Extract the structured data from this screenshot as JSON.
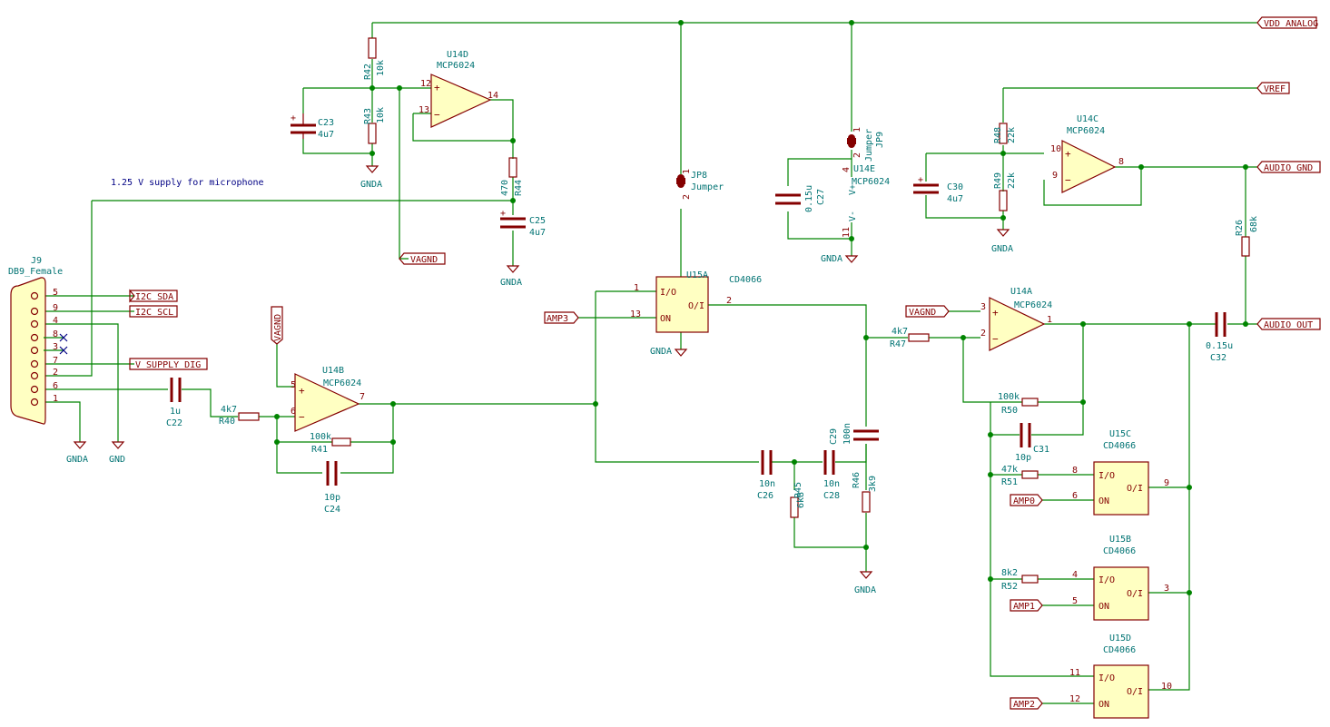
{
  "nets": {
    "vdd_analog": "VDD_ANALOG",
    "vref": "VREF",
    "audio_gnd": "AUDIO_GND",
    "audio_out": "AUDIO_OUT",
    "vagnd": "VAGND",
    "i2c_sda": "I2C_SDA",
    "i2c_scl": "I2C_SCL",
    "v_supply_dig": "V_SUPPLY_DIG",
    "amp0": "AMP0",
    "amp1": "AMP1",
    "amp2": "AMP2",
    "amp3": "AMP3",
    "gnda": "GNDA",
    "gnd": "GND"
  },
  "note": "1.25 V supply for microphone",
  "connector": {
    "ref": "J9",
    "value": "DB9_Female",
    "pins": [
      "5",
      "9",
      "4",
      "8",
      "3",
      "7",
      "2",
      "6",
      "1"
    ]
  },
  "opamps": {
    "u14a": {
      "ref": "U14A",
      "value": "MCP6024",
      "pins": [
        "3",
        "2",
        "1"
      ]
    },
    "u14b": {
      "ref": "U14B",
      "value": "MCP6024",
      "pins": [
        "5",
        "6",
        "7"
      ]
    },
    "u14c": {
      "ref": "U14C",
      "value": "MCP6024",
      "pins": [
        "10",
        "9",
        "8"
      ]
    },
    "u14d": {
      "ref": "U14D",
      "value": "MCP6024",
      "pins": [
        "12",
        "13",
        "14"
      ]
    },
    "u14e": {
      "ref": "U14E",
      "value": "MCP6024",
      "vplus": "V+",
      "vminus": "V-",
      "pins": [
        "4",
        "11"
      ]
    }
  },
  "switches": {
    "u15a": {
      "ref": "U15A",
      "value": "CD4066",
      "io": "I/O",
      "oi": "O/I",
      "on": "ON",
      "pins": [
        "1",
        "13",
        "2"
      ]
    },
    "u15b": {
      "ref": "U15B",
      "value": "CD4066",
      "io": "I/O",
      "oi": "O/I",
      "on": "ON",
      "pins": [
        "4",
        "5",
        "3"
      ]
    },
    "u15c": {
      "ref": "U15C",
      "value": "CD4066",
      "io": "I/O",
      "oi": "O/I",
      "on": "ON",
      "pins": [
        "8",
        "6",
        "9"
      ]
    },
    "u15d": {
      "ref": "U15D",
      "value": "CD4066",
      "io": "I/O",
      "oi": "O/I",
      "on": "ON",
      "pins": [
        "11",
        "12",
        "10"
      ]
    }
  },
  "jumpers": {
    "jp8": {
      "ref": "JP8",
      "value": "Jumper",
      "pins": [
        "1",
        "2"
      ]
    },
    "jp9": {
      "ref": "JP9",
      "value": "Jumper",
      "pins": [
        "1",
        "2"
      ]
    }
  },
  "resistors": {
    "r26": {
      "ref": "R26",
      "value": "68k"
    },
    "r40": {
      "ref": "R40",
      "value": "4k7"
    },
    "r41": {
      "ref": "R41",
      "value": "100k"
    },
    "r42": {
      "ref": "R42",
      "value": "10k"
    },
    "r43": {
      "ref": "R43",
      "value": "10k"
    },
    "r44": {
      "ref": "R44",
      "value": "470"
    },
    "r45": {
      "ref": "R45",
      "value": "6k8"
    },
    "r46": {
      "ref": "R46",
      "value": "3k9"
    },
    "r47": {
      "ref": "R47",
      "value": "4k7"
    },
    "r48": {
      "ref": "R48",
      "value": "22k"
    },
    "r49": {
      "ref": "R49",
      "value": "22k"
    },
    "r50": {
      "ref": "R50",
      "value": "100k"
    },
    "r51": {
      "ref": "R51",
      "value": "47k"
    },
    "r52": {
      "ref": "R52",
      "value": "8k2"
    }
  },
  "capacitors": {
    "c22": {
      "ref": "C22",
      "value": "1u"
    },
    "c23": {
      "ref": "C23",
      "value": "4u7"
    },
    "c24": {
      "ref": "C24",
      "value": "10p"
    },
    "c25": {
      "ref": "C25",
      "value": "4u7"
    },
    "c26": {
      "ref": "C26",
      "value": "10n"
    },
    "c27": {
      "ref": "C27",
      "value": "0.15u"
    },
    "c28": {
      "ref": "C28",
      "value": "10n"
    },
    "c29": {
      "ref": "C29",
      "value": "100n"
    },
    "c30": {
      "ref": "C30",
      "value": "4u7"
    },
    "c31": {
      "ref": "C31",
      "value": "10p"
    },
    "c32": {
      "ref": "C32",
      "value": "0.15u"
    }
  }
}
